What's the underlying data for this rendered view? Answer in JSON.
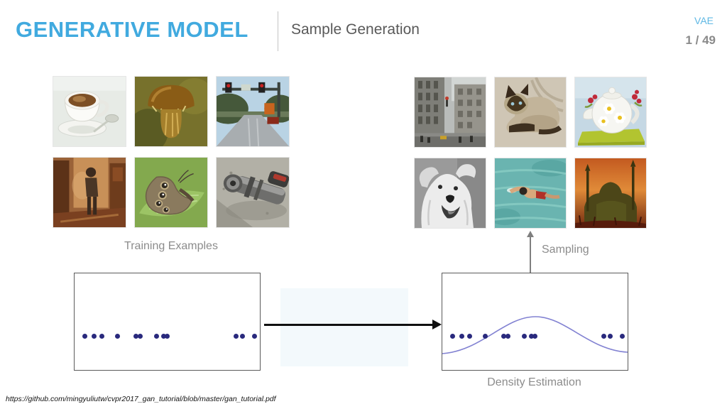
{
  "header": {
    "title": "GENERATIVE MODEL",
    "subtitle": "Sample Generation",
    "corner_tag": "VAE",
    "page_indicator": "1 / 49"
  },
  "colors": {
    "accent_blue": "#41AADF",
    "corner_tag_blue": "#5FB8E4",
    "caption_gray": "#8C8C8C",
    "dot_navy": "#29297D",
    "curve_blue": "#8282D2",
    "arrow_black": "#101010",
    "arrow_gray": "#7F7F7F"
  },
  "training_panel": {
    "caption": "Training Examples",
    "images": [
      "espresso-cup",
      "mushroom",
      "street-traffic-lights",
      "person-indoors",
      "butterfly-on-leaf",
      "power-drill"
    ]
  },
  "generated_panel": {
    "images": [
      "city-street",
      "siamese-cat",
      "floral-teapot",
      "white-dog",
      "swimmer-in-pool",
      "sunset-silhouette"
    ]
  },
  "sampling_arrow": {
    "label": "Sampling"
  },
  "density_plot": {
    "caption": "Density Estimation",
    "dot_x_fractions": [
      0.054,
      0.107,
      0.149,
      0.23,
      0.333,
      0.356,
      0.444,
      0.479,
      0.5,
      0.87,
      0.906,
      0.973
    ],
    "dot_y_fraction": 0.654,
    "boxes": [
      "data-points-only",
      "data-points-with-gaussian-curve"
    ]
  },
  "footer": {
    "source_url": "https://github.com/mingyuliutw/cvpr2017_gan_tutorial/blob/master/gan_tutorial.pdf"
  }
}
